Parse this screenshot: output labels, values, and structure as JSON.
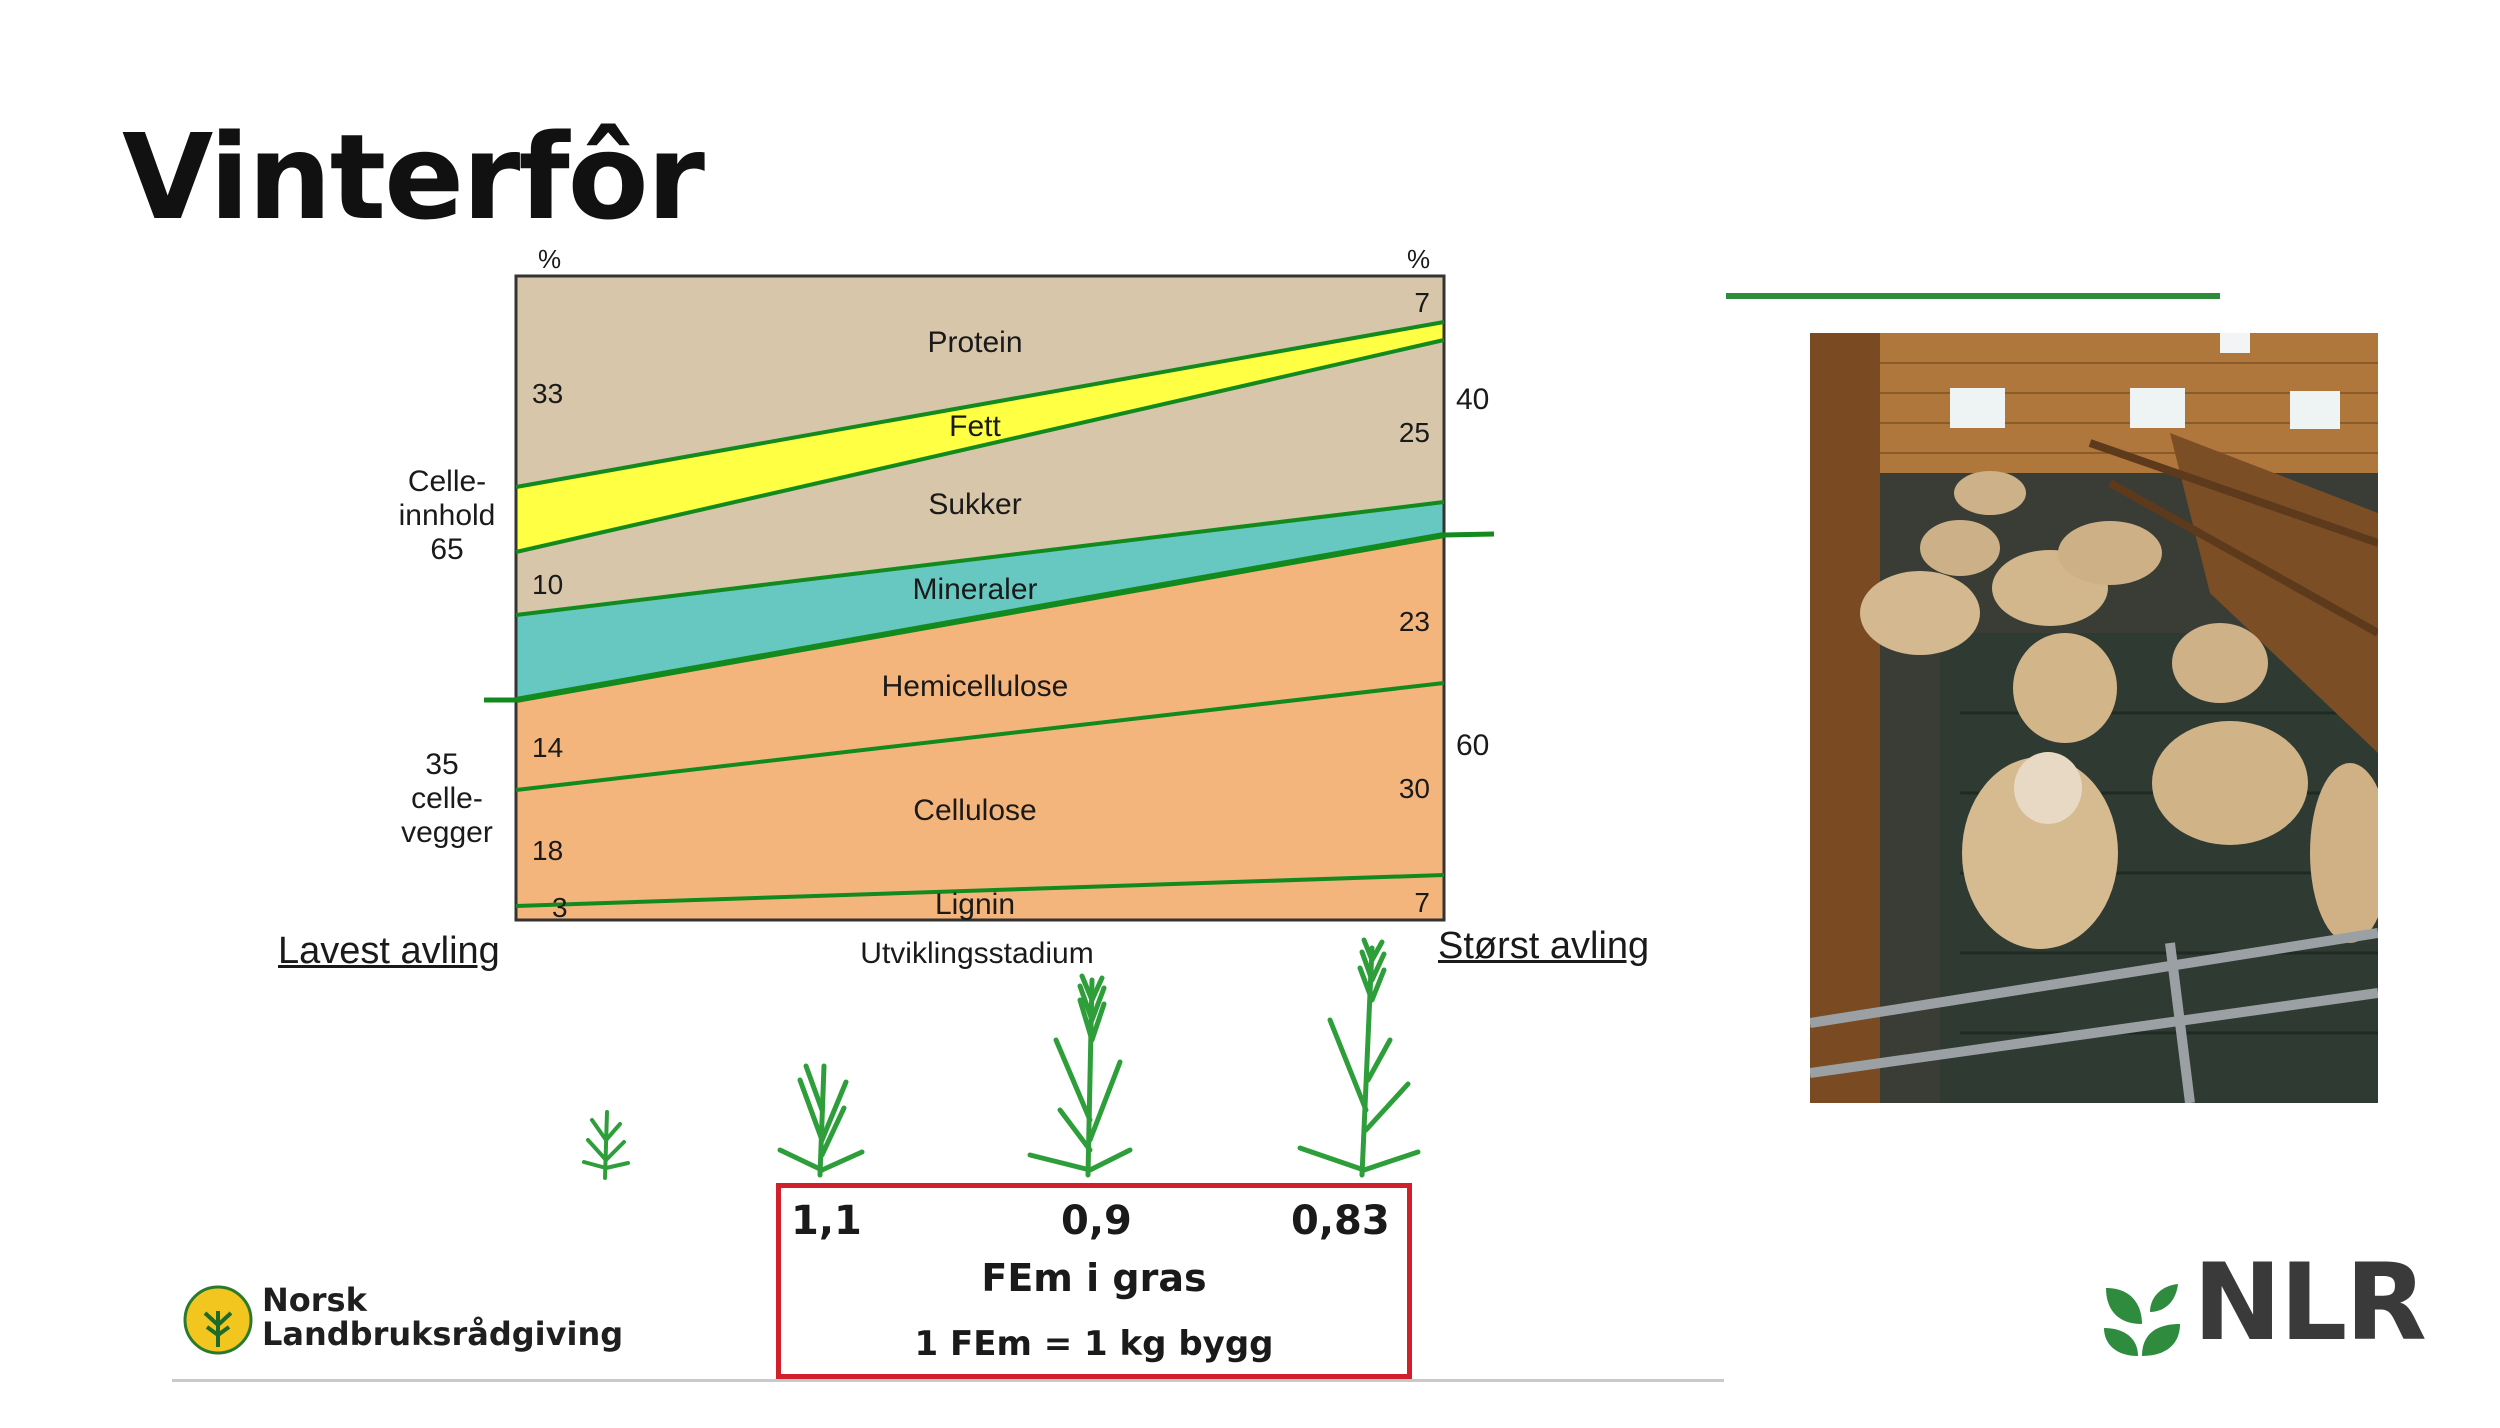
{
  "slide": {
    "title": "Vinterfôr"
  },
  "diagram": {
    "pct_left": "%",
    "pct_right": "%",
    "layers": [
      {
        "name": "Protein",
        "left": "33",
        "right": "7"
      },
      {
        "name": "Fett",
        "left": "",
        "right": ""
      },
      {
        "name": "Sukker",
        "left": "",
        "right": "25"
      },
      {
        "name": "Mineraler",
        "left": "10",
        "right": ""
      },
      {
        "name": "Hemicellulose",
        "left": "",
        "right": "23"
      },
      {
        "name": "Cellulose",
        "left": "14",
        "right": "30"
      },
      {
        "name": "Lignin",
        "left": "18",
        "right": "7"
      }
    ],
    "lignin_left": "3",
    "left_group_top": [
      "Celle-",
      "innhold",
      "65"
    ],
    "left_group_bottom": [
      "35",
      "celle-",
      "vegger"
    ],
    "right_group_top": "40",
    "right_group_bottom": "60",
    "x_axis_label": "Utviklingsstadium",
    "lowest_yield": "Lavest avling",
    "highest_yield": "Størst avling",
    "colors": {
      "cell_content": "#d7c6a9",
      "fat": "#ffff44",
      "minerals": "#66c8c0",
      "cell_walls": "#f4b57d",
      "line": "#138a1e"
    }
  },
  "fem": {
    "values": [
      "1,1",
      "0,9",
      "0,83"
    ],
    "label": "FEm i gras",
    "note": "1 FEm = 1 kg bygg"
  },
  "logos": {
    "left_line1": "Norsk",
    "left_line2": "Landbruksrådgiving",
    "right": "NLR"
  }
}
